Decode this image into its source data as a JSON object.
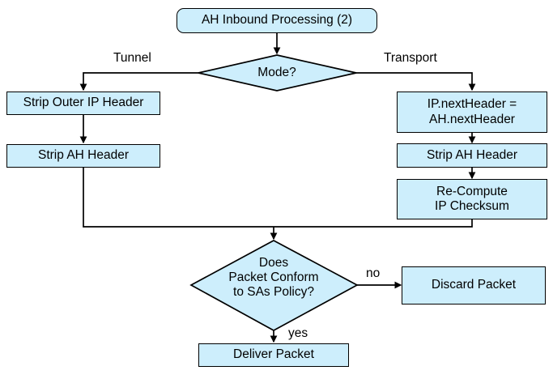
{
  "diagram": {
    "title": "AH Inbound Processing (2)",
    "colors": {
      "node_fill": "#cdeefc",
      "stroke": "#000000",
      "background": "#ffffff",
      "text": "#000000"
    },
    "nodes": {
      "start": {
        "label": "AH Inbound Processing (2)",
        "shape": "rounded-rectangle"
      },
      "mode_decision": {
        "label": "Mode?",
        "shape": "diamond"
      },
      "strip_outer_ip_header": {
        "label": "Strip Outer IP Header",
        "shape": "rectangle"
      },
      "strip_ah_header_tunnel": {
        "label": "Strip AH Header",
        "shape": "rectangle"
      },
      "ip_next_header": {
        "label": "IP.nextHeader =\nAH.nextHeader",
        "shape": "rectangle"
      },
      "strip_ah_header_transport": {
        "label": "Strip AH Header",
        "shape": "rectangle"
      },
      "recompute_ip_checksum": {
        "label": "Re-Compute\nIP Checksum",
        "shape": "rectangle"
      },
      "conform_decision": {
        "label": "Does\nPacket Conform\nto SAs Policy?",
        "shape": "diamond"
      },
      "discard_packet": {
        "label": "Discard Packet",
        "shape": "rectangle"
      },
      "deliver_packet": {
        "label": "Deliver Packet",
        "shape": "rectangle"
      }
    },
    "edge_labels": {
      "tunnel": "Tunnel",
      "transport": "Transport",
      "no": "no",
      "yes": "yes"
    }
  }
}
